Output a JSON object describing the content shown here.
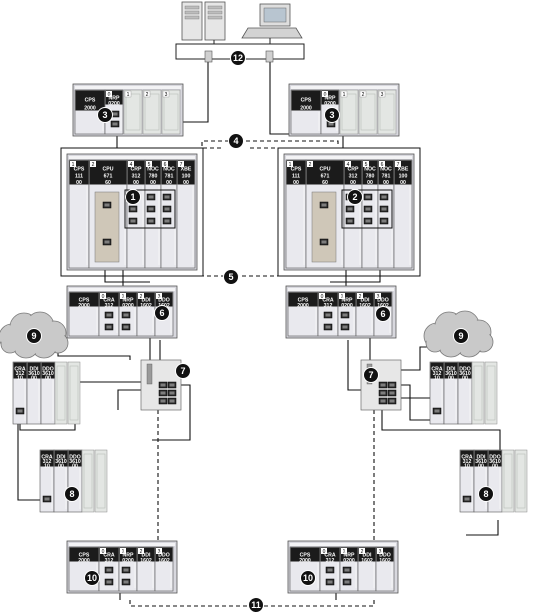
{
  "callouts": [
    "1",
    "2",
    "3",
    "4",
    "5",
    "6",
    "7",
    "8",
    "9",
    "10",
    "11",
    "12"
  ],
  "racks": {
    "nrp_left": {
      "modules": [
        {
          "slot": "",
          "lines": [
            "CPS",
            "2000"
          ]
        },
        {
          "slot": "0",
          "lines": [
            "NRP",
            "0200"
          ]
        }
      ],
      "extra_slots": [
        "1",
        "2",
        "3"
      ]
    },
    "nrp_right": {
      "modules": [
        {
          "slot": "",
          "lines": [
            "CPS",
            "2000"
          ]
        },
        {
          "slot": "0",
          "lines": [
            "NRP",
            "0200"
          ]
        }
      ],
      "extra_slots": [
        "1",
        "2",
        "3"
      ]
    },
    "local_left": {
      "modules": [
        {
          "slot": "1",
          "lines": [
            "CPS",
            "111",
            "00"
          ]
        },
        {
          "slot": "2",
          "lines": [
            "CPU",
            "671",
            "60"
          ]
        },
        {
          "slot": "4",
          "lines": [
            "CRP",
            "312",
            "00"
          ]
        },
        {
          "slot": "5",
          "lines": [
            "NOC",
            "780",
            "00"
          ]
        },
        {
          "slot": "6",
          "lines": [
            "NOC",
            "781",
            "00"
          ]
        },
        {
          "slot": "7",
          "lines": [
            "XBE",
            "100",
            "00"
          ]
        }
      ]
    },
    "local_right": {
      "modules": [
        {
          "slot": "1",
          "lines": [
            "CPS",
            "111",
            "00"
          ]
        },
        {
          "slot": "2",
          "lines": [
            "CPU",
            "671",
            "60"
          ]
        },
        {
          "slot": "4",
          "lines": [
            "CRP",
            "312",
            "00"
          ]
        },
        {
          "slot": "5",
          "lines": [
            "NOC",
            "780",
            "00"
          ]
        },
        {
          "slot": "6",
          "lines": [
            "NOC",
            "781",
            "00"
          ]
        },
        {
          "slot": "7",
          "lines": [
            "XBE",
            "100",
            "00"
          ]
        }
      ]
    },
    "drop_left": {
      "modules": [
        {
          "slot": "",
          "lines": [
            "CPS",
            "2000"
          ]
        },
        {
          "slot": "0",
          "lines": [
            "CRA",
            "312"
          ]
        },
        {
          "slot": "1",
          "lines": [
            "NRP",
            "0200"
          ]
        },
        {
          "slot": "2",
          "lines": [
            "DDI",
            "1602"
          ]
        },
        {
          "slot": "3",
          "lines": [
            "DDO",
            "1602"
          ]
        }
      ]
    },
    "drop_right": {
      "modules": [
        {
          "slot": "",
          "lines": [
            "CPS",
            "2000"
          ]
        },
        {
          "slot": "0",
          "lines": [
            "CRA",
            "312"
          ]
        },
        {
          "slot": "1",
          "lines": [
            "NRP",
            "0200"
          ]
        },
        {
          "slot": "2",
          "lines": [
            "DDI",
            "1602"
          ]
        },
        {
          "slot": "3",
          "lines": [
            "DDO",
            "1602"
          ]
        }
      ]
    },
    "sub_left": {
      "modules": [
        {
          "slot": "",
          "lines": [
            "CRA",
            "312",
            "10"
          ]
        },
        {
          "slot": "",
          "lines": [
            "DDI",
            "3610",
            "00"
          ]
        },
        {
          "slot": "",
          "lines": [
            "DDO",
            "3610",
            "00"
          ]
        }
      ]
    },
    "sub_right": {
      "modules": [
        {
          "slot": "",
          "lines": [
            "CRA",
            "312",
            "10"
          ]
        },
        {
          "slot": "",
          "lines": [
            "DDI",
            "3610",
            "00"
          ]
        },
        {
          "slot": "",
          "lines": [
            "DDO",
            "3610",
            "00"
          ]
        }
      ]
    },
    "ring_left": {
      "modules": [
        {
          "slot": "",
          "lines": [
            "CRA",
            "312",
            "10"
          ]
        },
        {
          "slot": "",
          "lines": [
            "DDI",
            "3610",
            "00"
          ]
        },
        {
          "slot": "",
          "lines": [
            "DDO",
            "3610",
            "00"
          ]
        }
      ]
    },
    "ring_right": {
      "modules": [
        {
          "slot": "",
          "lines": [
            "CRA",
            "312",
            "10"
          ]
        },
        {
          "slot": "",
          "lines": [
            "DDI",
            "3610",
            "00"
          ]
        },
        {
          "slot": "",
          "lines": [
            "DDO",
            "3610",
            "00"
          ]
        }
      ]
    },
    "bottom_left": {
      "modules": [
        {
          "slot": "",
          "lines": [
            "CPS",
            "2000"
          ]
        },
        {
          "slot": "0",
          "lines": [
            "CRA",
            "312"
          ]
        },
        {
          "slot": "1",
          "lines": [
            "NRP",
            "0200"
          ]
        },
        {
          "slot": "2",
          "lines": [
            "DDI",
            "1602"
          ]
        },
        {
          "slot": "3",
          "lines": [
            "DDO",
            "1602"
          ]
        }
      ]
    },
    "bottom_right": {
      "modules": [
        {
          "slot": "",
          "lines": [
            "CPS",
            "2000"
          ]
        },
        {
          "slot": "0",
          "lines": [
            "CRA",
            "312"
          ]
        },
        {
          "slot": "1",
          "lines": [
            "NRP",
            "0200"
          ]
        },
        {
          "slot": "2",
          "lines": [
            "DDI",
            "1602"
          ]
        },
        {
          "slot": "3",
          "lines": [
            "DDO",
            "1602"
          ]
        }
      ]
    }
  },
  "colors": {
    "badge": "#111111",
    "module_top": "#1b1b1b",
    "module_body": "#e9e9ee",
    "cloud": "#c9c9c9"
  }
}
